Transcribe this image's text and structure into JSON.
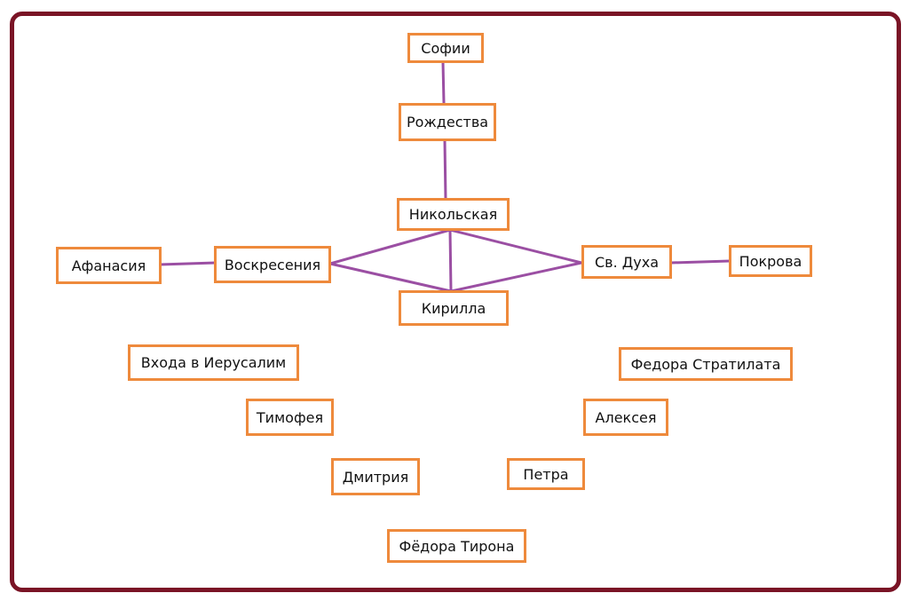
{
  "colors": {
    "frame": "#7a1426",
    "node_border": "#ee8a3c",
    "edge": "#9b4fa3"
  },
  "nodes": {
    "sofii": "Софии",
    "rozhdestva": "Рождества",
    "nikolskaya": "Никольская",
    "voskreseniya": "Воскресения",
    "afanasiya": "Афанасия",
    "sv_dukha": "Св. Духа",
    "pokrova": "Покрова",
    "kirilla": "Кирилла",
    "vkhoda": "Входа в Иерусалим",
    "fedora_stratilata": "Федора Стратилата",
    "timofeya": "Тимофея",
    "alekseya": "Алексея",
    "dmitriya": "Дмитрия",
    "petra": "Петра",
    "fyodora_tirona": "Фёдора Тирона"
  },
  "edges": [
    [
      "sofii",
      "rozhdestva"
    ],
    [
      "rozhdestva",
      "nikolskaya"
    ],
    [
      "afanasiya",
      "voskreseniya"
    ],
    [
      "sv_dukha",
      "pokrova"
    ],
    [
      "voskreseniya",
      "nikolskaya"
    ],
    [
      "nikolskaya",
      "sv_dukha"
    ],
    [
      "voskreseniya",
      "kirilla"
    ],
    [
      "kirilla",
      "sv_dukha"
    ],
    [
      "nikolskaya",
      "kirilla"
    ]
  ]
}
